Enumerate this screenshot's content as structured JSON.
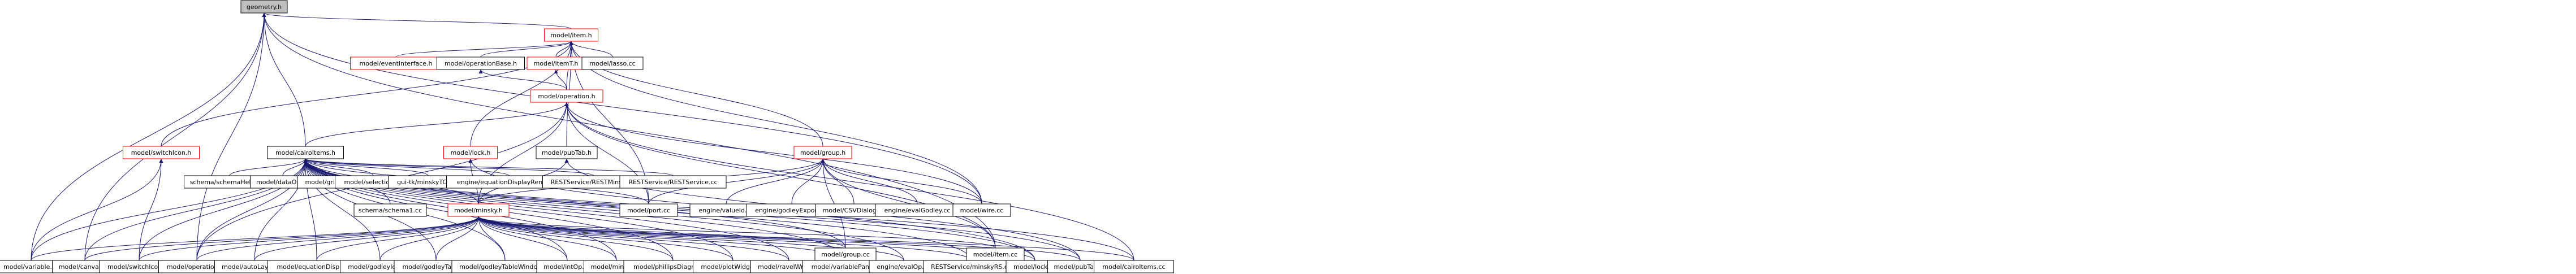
{
  "diagram": {
    "colors": {
      "edge": "#191970",
      "node_border": "#000000",
      "node_border_incomplete": "#ff0000",
      "root_fill": "#bfbfbf",
      "node_fill": "#ffffff"
    },
    "nodes": [
      {
        "id": "geometry",
        "label": "geometry.h",
        "style": "root"
      },
      {
        "id": "item_h",
        "label": "model/item.h",
        "style": "red"
      },
      {
        "id": "eventInterface",
        "label": "model/eventInterface.h",
        "style": "red"
      },
      {
        "id": "operationBase",
        "label": "model/operationBase.h",
        "style": "normal"
      },
      {
        "id": "itemT",
        "label": "model/itemT.h",
        "style": "red"
      },
      {
        "id": "lasso",
        "label": "model/lasso.cc",
        "style": "normal"
      },
      {
        "id": "operation_h",
        "label": "model/operation.h",
        "style": "red"
      },
      {
        "id": "switchIcon_h",
        "label": "model/switchIcon.h",
        "style": "red"
      },
      {
        "id": "cairoItems_h",
        "label": "model/cairoItems.h",
        "style": "normal"
      },
      {
        "id": "lock_h",
        "label": "model/lock.h",
        "style": "red"
      },
      {
        "id": "pubTab_h",
        "label": "model/pubTab.h",
        "style": "normal"
      },
      {
        "id": "group_h",
        "label": "model/group.h",
        "style": "red"
      },
      {
        "id": "schemaHelper",
        "label": "schema/schemaHelper.cc",
        "style": "normal"
      },
      {
        "id": "dataOp",
        "label": "model/dataOp.cc",
        "style": "normal"
      },
      {
        "id": "grid",
        "label": "model/grid.cc",
        "style": "normal"
      },
      {
        "id": "selection",
        "label": "model/selection.cc",
        "style": "normal"
      },
      {
        "id": "minskyTCL",
        "label": "gui-tk/minskyTCL.cc",
        "style": "normal"
      },
      {
        "id": "eqRender",
        "label": "engine/equationDisplayRender.cc",
        "style": "normal"
      },
      {
        "id": "restMinsky",
        "label": "RESTService/RESTMinsky.cc",
        "style": "normal"
      },
      {
        "id": "restService",
        "label": "RESTService/RESTService.cc",
        "style": "normal"
      },
      {
        "id": "schema1",
        "label": "schema/schema1.cc",
        "style": "normal"
      },
      {
        "id": "minsky_h",
        "label": "model/minsky.h",
        "style": "red"
      },
      {
        "id": "port",
        "label": "model/port.cc",
        "style": "normal"
      },
      {
        "id": "valueId",
        "label": "engine/valueId.cc",
        "style": "normal"
      },
      {
        "id": "godleyExport",
        "label": "engine/godleyExport.cc",
        "style": "normal"
      },
      {
        "id": "csvDialog",
        "label": "model/CSVDialog.cc",
        "style": "normal"
      },
      {
        "id": "evalGodley",
        "label": "engine/evalGodley.cc",
        "style": "normal"
      },
      {
        "id": "wire",
        "label": "model/wire.cc",
        "style": "normal"
      },
      {
        "id": "variable",
        "label": "model/variable.cc",
        "style": "normal"
      },
      {
        "id": "canvas",
        "label": "model/canvas.cc",
        "style": "normal"
      },
      {
        "id": "switchIcon_cc",
        "label": "model/switchIcon.cc",
        "style": "normal"
      },
      {
        "id": "operation_cc",
        "label": "model/operation.cc",
        "style": "normal"
      },
      {
        "id": "autoLayout",
        "label": "model/autoLayout.cc",
        "style": "normal"
      },
      {
        "id": "equationDisplay",
        "label": "model/equationDisplay.cc",
        "style": "normal"
      },
      {
        "id": "godleyIcon",
        "label": "model/godleyIcon.cc",
        "style": "normal"
      },
      {
        "id": "godleyTable",
        "label": "model/godleyTable.cc",
        "style": "normal"
      },
      {
        "id": "godleyTableWindow",
        "label": "model/godleyTableWindow.cc",
        "style": "normal"
      },
      {
        "id": "intOp",
        "label": "model/intOp.cc",
        "style": "normal"
      },
      {
        "id": "minsky_cc",
        "label": "model/minsky.cc",
        "style": "normal"
      },
      {
        "id": "phillips",
        "label": "model/phillipsDiagram.cc",
        "style": "normal"
      },
      {
        "id": "plotWidget",
        "label": "model/plotWidget.cc",
        "style": "normal"
      },
      {
        "id": "ravelWrap",
        "label": "model/ravelWrap.cc",
        "style": "normal"
      },
      {
        "id": "variablePane",
        "label": "model/variablePane.cc",
        "style": "normal"
      },
      {
        "id": "evalOp",
        "label": "engine/evalOp.cc",
        "style": "normal"
      },
      {
        "id": "restMinskyRS",
        "label": "RESTService/minskyRS.cc",
        "style": "normal"
      },
      {
        "id": "lock_cc",
        "label": "model/lock.cc",
        "style": "normal"
      },
      {
        "id": "pubTab_cc",
        "label": "model/pubTab.cc",
        "style": "normal"
      },
      {
        "id": "cairoItems_cc",
        "label": "model/cairoItems.cc",
        "style": "normal"
      },
      {
        "id": "group_cc",
        "label": "model/group.cc",
        "style": "normal"
      },
      {
        "id": "item_cc",
        "label": "model/item.cc",
        "style": "normal"
      }
    ],
    "edges": [
      [
        "geometry",
        "item_h"
      ],
      [
        "geometry",
        "cairoItems_h"
      ],
      [
        "geometry",
        "variable"
      ],
      [
        "geometry",
        "canvas"
      ],
      [
        "geometry",
        "operation_cc"
      ],
      [
        "geometry",
        "wire"
      ],
      [
        "geometry",
        "item_cc"
      ],
      [
        "item_h",
        "eventInterface"
      ],
      [
        "item_h",
        "operationBase"
      ],
      [
        "item_h",
        "itemT"
      ],
      [
        "item_h",
        "lasso"
      ],
      [
        "item_h",
        "operation_h"
      ],
      [
        "item_h",
        "switchIcon_h"
      ],
      [
        "item_h",
        "lock_h"
      ],
      [
        "item_h",
        "pubTab_h"
      ],
      [
        "item_h",
        "group_h"
      ],
      [
        "item_h",
        "port"
      ],
      [
        "item_h",
        "wire"
      ],
      [
        "operationBase",
        "operation_h"
      ],
      [
        "itemT",
        "operation_h"
      ],
      [
        "operation_h",
        "cairoItems_h"
      ],
      [
        "operation_h",
        "minsky_h"
      ],
      [
        "operation_h",
        "port"
      ],
      [
        "operation_h",
        "operation_cc"
      ],
      [
        "operation_h",
        "cairoItems_cc"
      ],
      [
        "operation_h",
        "wire"
      ],
      [
        "operation_h",
        "item_cc"
      ],
      [
        "switchIcon_h",
        "switchIcon_cc"
      ],
      [
        "switchIcon_h",
        "variable"
      ],
      [
        "cairoItems_h",
        "schemaHelper"
      ],
      [
        "cairoItems_h",
        "dataOp"
      ],
      [
        "cairoItems_h",
        "grid"
      ],
      [
        "cairoItems_h",
        "selection"
      ],
      [
        "cairoItems_h",
        "minskyTCL"
      ],
      [
        "cairoItems_h",
        "eqRender"
      ],
      [
        "cairoItems_h",
        "restMinsky"
      ],
      [
        "cairoItems_h",
        "restService"
      ],
      [
        "cairoItems_h",
        "schema1"
      ],
      [
        "cairoItems_h",
        "minsky_h"
      ],
      [
        "cairoItems_h",
        "port"
      ],
      [
        "cairoItems_h",
        "variable"
      ],
      [
        "cairoItems_h",
        "canvas"
      ],
      [
        "cairoItems_h",
        "switchIcon_cc"
      ],
      [
        "cairoItems_h",
        "operation_cc"
      ],
      [
        "cairoItems_h",
        "autoLayout"
      ],
      [
        "cairoItems_h",
        "equationDisplay"
      ],
      [
        "cairoItems_h",
        "godleyIcon"
      ],
      [
        "cairoItems_h",
        "godleyTable"
      ],
      [
        "cairoItems_h",
        "godleyTableWindow"
      ],
      [
        "cairoItems_h",
        "intOp"
      ],
      [
        "cairoItems_h",
        "minsky_cc"
      ],
      [
        "cairoItems_h",
        "phillips"
      ],
      [
        "cairoItems_h",
        "plotWidget"
      ],
      [
        "cairoItems_h",
        "ravelWrap"
      ],
      [
        "cairoItems_h",
        "variablePane"
      ],
      [
        "cairoItems_h",
        "evalOp"
      ],
      [
        "cairoItems_h",
        "restMinskyRS"
      ],
      [
        "cairoItems_h",
        "lock_cc"
      ],
      [
        "cairoItems_h",
        "pubTab_cc"
      ],
      [
        "cairoItems_h",
        "cairoItems_cc"
      ],
      [
        "cairoItems_h",
        "group_cc"
      ],
      [
        "lock_h",
        "minsky_h"
      ],
      [
        "lock_h",
        "lock_cc"
      ],
      [
        "pubTab_h",
        "minsky_h"
      ],
      [
        "pubTab_h",
        "pubTab_cc"
      ],
      [
        "group_h",
        "minsky_h"
      ],
      [
        "group_h",
        "port"
      ],
      [
        "group_h",
        "valueId"
      ],
      [
        "group_h",
        "godleyExport"
      ],
      [
        "group_h",
        "csvDialog"
      ],
      [
        "group_h",
        "evalGodley"
      ],
      [
        "group_h",
        "wire"
      ],
      [
        "group_h",
        "group_cc"
      ],
      [
        "group_h",
        "item_cc"
      ],
      [
        "minsky_h",
        "variable"
      ],
      [
        "minsky_h",
        "canvas"
      ],
      [
        "minsky_h",
        "switchIcon_cc"
      ],
      [
        "minsky_h",
        "operation_cc"
      ],
      [
        "minsky_h",
        "autoLayout"
      ],
      [
        "minsky_h",
        "equationDisplay"
      ],
      [
        "minsky_h",
        "godleyIcon"
      ],
      [
        "minsky_h",
        "godleyTable"
      ],
      [
        "minsky_h",
        "godleyTableWindow"
      ],
      [
        "minsky_h",
        "intOp"
      ],
      [
        "minsky_h",
        "minsky_cc"
      ],
      [
        "minsky_h",
        "phillips"
      ],
      [
        "minsky_h",
        "plotWidget"
      ],
      [
        "minsky_h",
        "ravelWrap"
      ],
      [
        "minsky_h",
        "variablePane"
      ],
      [
        "minsky_h",
        "evalOp"
      ],
      [
        "minsky_h",
        "restMinskyRS"
      ],
      [
        "minsky_h",
        "lock_cc"
      ],
      [
        "minsky_h",
        "pubTab_cc"
      ],
      [
        "minsky_h",
        "cairoItems_cc"
      ],
      [
        "minsky_h",
        "group_cc"
      ],
      [
        "minsky_h",
        "item_cc"
      ]
    ]
  }
}
